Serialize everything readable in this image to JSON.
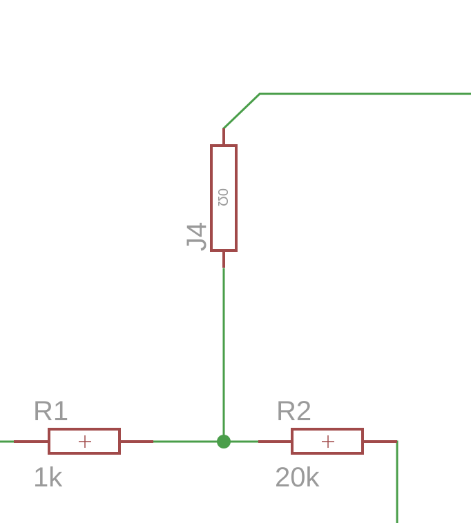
{
  "schematic": {
    "colors": {
      "wire": "#4a9e4a",
      "part": "#a14a4a",
      "label": "#9a9a9a",
      "junction": "#4a9e4a",
      "background": "#ffffff"
    },
    "parts": {
      "j4": {
        "name": "J4",
        "value": "0Ω"
      },
      "r1": {
        "name": "R1",
        "value": "1k"
      },
      "r2": {
        "name": "R2",
        "value": "20k"
      }
    }
  }
}
